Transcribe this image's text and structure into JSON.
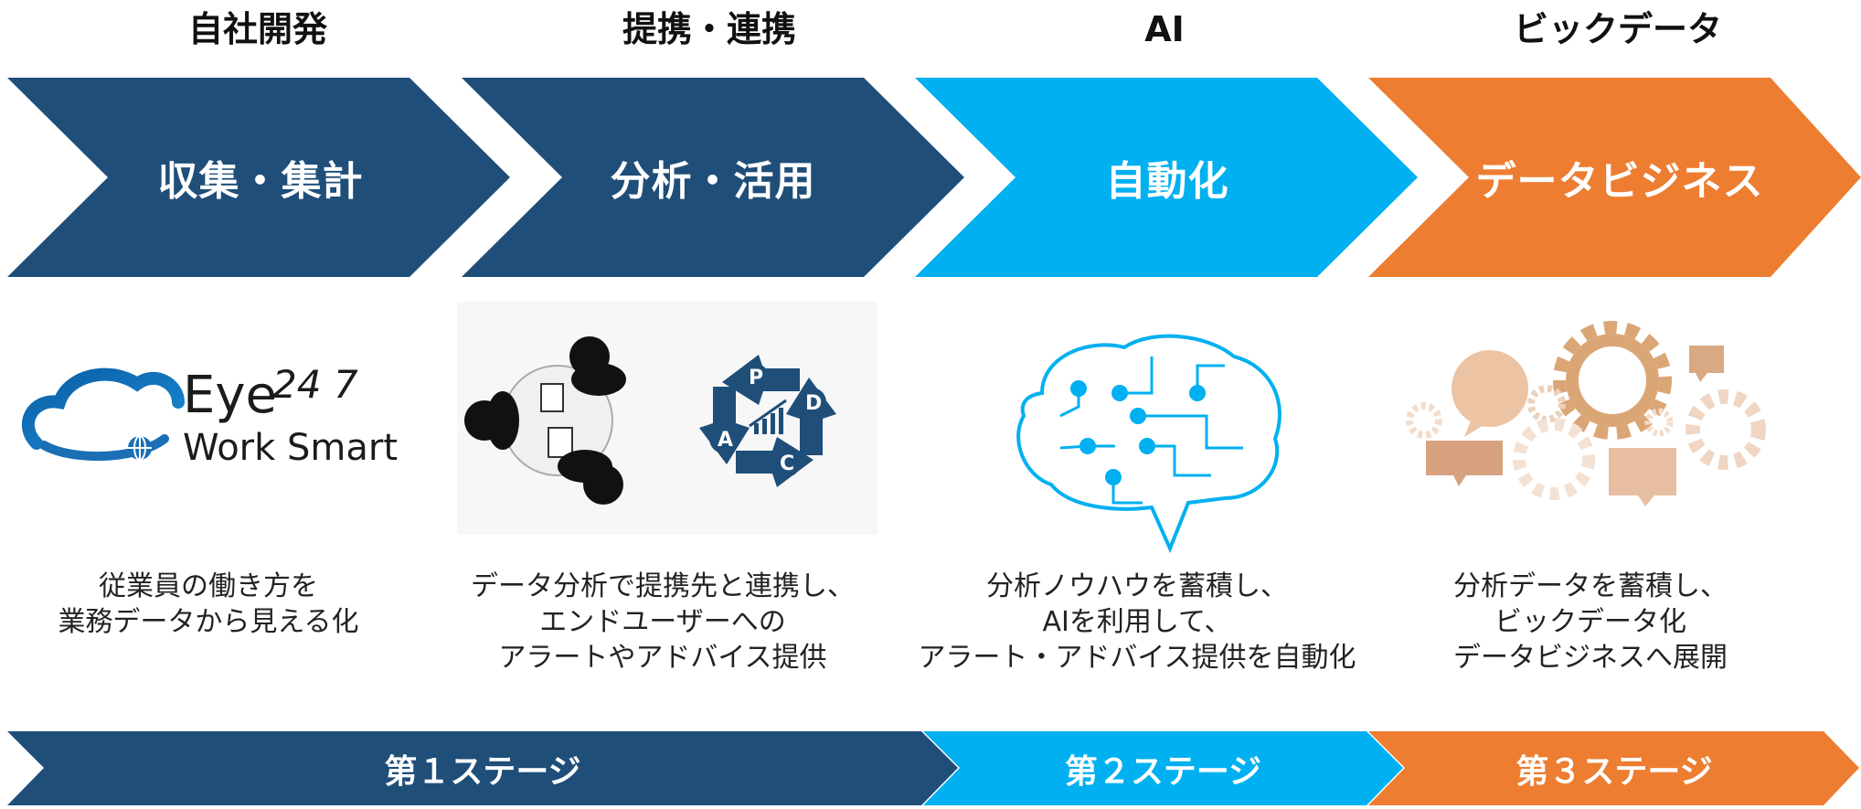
{
  "colors": {
    "dark_blue": "#1f4e79",
    "light_blue": "#00b0f0",
    "orange": "#ed7d31"
  },
  "columns": [
    {
      "top_label": "自社開発",
      "arrow_label": "収集・集計",
      "arrow_color": "#1f4e79",
      "icon": "eye247-work-smart-logo",
      "description": [
        "従業員の働き方を",
        "業務データから見える化"
      ]
    },
    {
      "top_label": "提携・連携",
      "arrow_label": "分析・活用",
      "arrow_color": "#1f4e79",
      "icon": "meeting-and-pdca-icon",
      "description": [
        "データ分析で提携先と連携し、",
        "エンドユーザーへの",
        "アラートやアドバイス提供"
      ]
    },
    {
      "top_label": "AI",
      "arrow_label": "自動化",
      "arrow_color": "#00b0f0",
      "icon": "ai-brain-circuit-icon",
      "description": [
        "分析ノウハウを蓄積し、",
        "AIを利用して、",
        "アラート・アドバイス提供を自動化"
      ]
    },
    {
      "top_label": "ビックデータ",
      "arrow_label": "データビジネス",
      "arrow_color": "#ed7d31",
      "icon": "gears-and-speech-bubbles-icon",
      "description": [
        "分析データを蓄積し、",
        "ビックデータ化",
        "データビジネスへ展開"
      ]
    }
  ],
  "logo": {
    "line1": "Eye",
    "line1_num": "24",
    "line1_num2": "7",
    "line2": "Work Smart"
  },
  "pdca": {
    "p": "P",
    "d": "D",
    "c": "C",
    "a": "A"
  },
  "stages": [
    {
      "label": "第１ステージ",
      "color": "#1f4e79"
    },
    {
      "label": "第２ステージ",
      "color": "#00b0f0"
    },
    {
      "label": "第３ステージ",
      "color": "#ed7d31"
    }
  ]
}
